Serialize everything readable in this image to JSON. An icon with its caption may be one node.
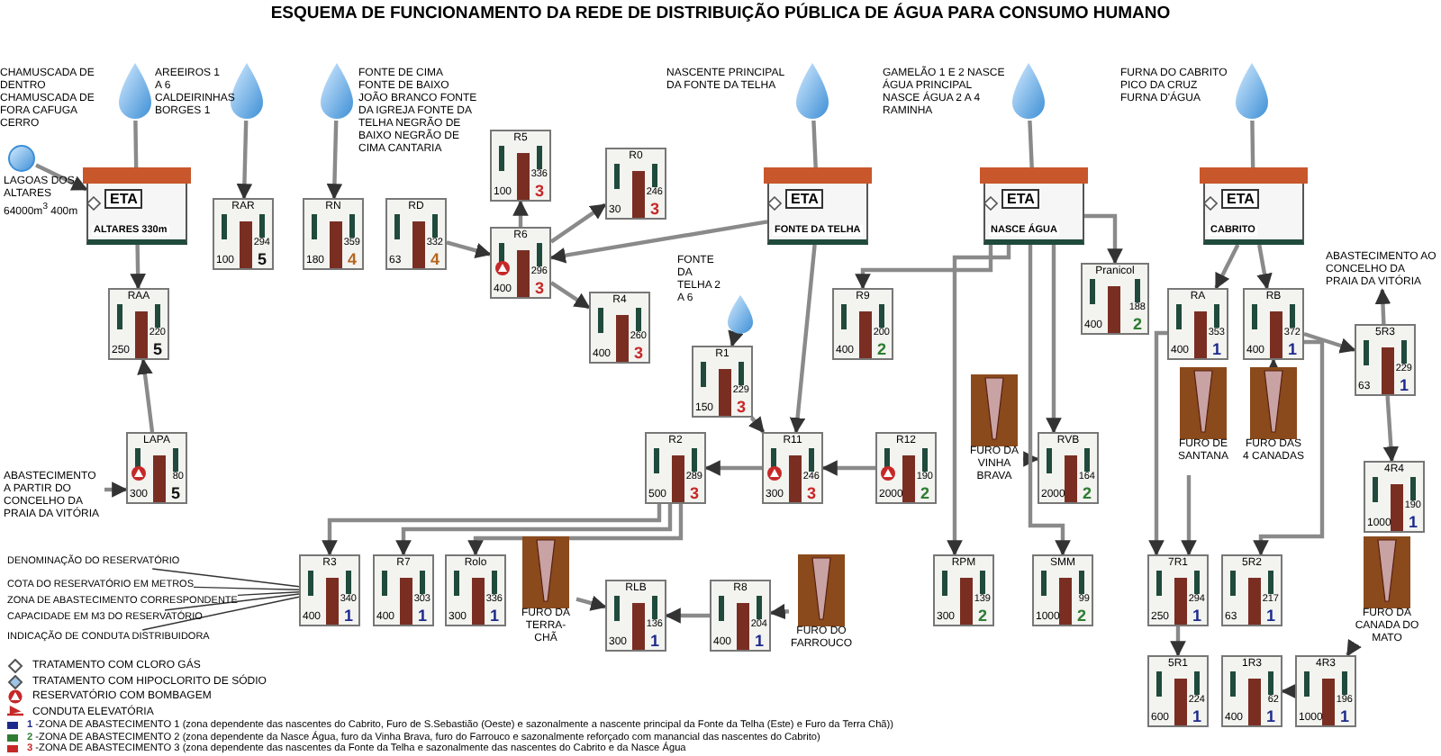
{
  "diagram": {
    "title": "ESQUEMA DE FUNCIONAMENTO DA REDE DE DISTRIBUIÇÃO PÚBLICA DE ÁGUA PARA CONSUMO HUMANO",
    "nodes": [
      {
        "text": [],
        "shape": "drop",
        "beside": [
          "CHAMUSCADA DE DENTRO CHAMUSCADA DE FORA CAFUGA CERRO"
        ]
      },
      {
        "text": [],
        "shape": "circle",
        "beside": [
          "LAGOAS DOS ALTARES 64000m$^{3}$ 400m"
        ]
      },
      {
        "text": [
          "ETA",
          "ALTARES 330m"
        ]
      },
      {
        "text": [],
        "shape": "drop",
        "beside": [
          "AREEIROS 1 A 6 CALDEIRINHAS BORGES 1"
        ]
      },
      {
        "text": [],
        "shape": "drop",
        "beside": [
          "FONTE DE CIMA FONTE DE BAIXO JOÃO BRANCO FONTE DA IGREJA FONTE DA TELHA NEGRÃO DE BAIXO NEGRÃO DE CIMA CANTARIA"
        ]
      },
      {
        "text": [
          "RAR",
          "100",
          "294",
          "5"
        ]
      },
      {
        "text": [
          "RN",
          "180",
          "359",
          "4"
        ]
      },
      {
        "text": [
          "RD",
          "63",
          "332",
          "4"
        ]
      },
      {
        "text": [
          "R5",
          "100",
          "336",
          "3"
        ]
      },
      {
        "text": [
          "R6",
          "400",
          "296",
          "3"
        ]
      },
      {
        "text": [
          "R0",
          "30",
          "246",
          "3"
        ]
      },
      {
        "text": [
          "R4",
          "400",
          "260",
          "3"
        ]
      },
      {
        "text": [
          "RAA",
          "250",
          "220",
          "5"
        ]
      },
      {
        "text": [
          "LAPA",
          "300",
          "80",
          "5"
        ]
      },
      {
        "text": [
          "ABASTECIMENTO A PARTIR DO CONCELHO DA PRAIA DA VITÓRIA"
        ]
      },
      {
        "text": [],
        "shape": "drop",
        "beside": [
          "NASCENTE PRINCIPAL DA FONTE DA TELHA"
        ]
      },
      {
        "text": [
          "ETA",
          "FONTE DA TELHA"
        ]
      },
      {
        "text": [],
        "shape": "drop",
        "beside": [
          "GAMELÃO 1 E 2 NASCE ÁGUA PRINCIPAL NASCE ÁGUA 2 A 4 RAMINHA"
        ]
      },
      {
        "text": [
          "ETA",
          "NASCE ÁGUA"
        ]
      },
      {
        "text": [],
        "shape": "drop",
        "beside": [
          "FURNA DO CABRITO PICO DA CRUZ FURNA D'ÁGUA"
        ]
      },
      {
        "text": [
          "ETA",
          "CABRITO"
        ]
      },
      {
        "text": [],
        "shape": "drop",
        "beside": [
          "FONTE DA TELHA 2 A 6"
        ]
      },
      {
        "text": [
          "R1",
          "150",
          "229",
          "3"
        ]
      },
      {
        "text": [
          "R9",
          "400",
          "200",
          "2"
        ]
      },
      {
        "text": [
          "Pranicol",
          "400",
          "188",
          "2"
        ]
      },
      {
        "text": [
          "RA",
          "400",
          "353",
          "1"
        ]
      },
      {
        "text": [
          "RB",
          "400",
          "372",
          "1"
        ]
      },
      {
        "text": [
          "5R3",
          "63",
          "229",
          "1"
        ]
      },
      {
        "text": [
          "ABASTECIMENTO AO CONCELHO DA PRAIA DA VITÓRIA"
        ]
      },
      {
        "text": [
          "R2",
          "500",
          "289",
          "3"
        ]
      },
      {
        "text": [
          "R11",
          "300",
          "246",
          "3"
        ]
      },
      {
        "text": [
          "R12",
          "2000",
          "190",
          "2"
        ]
      },
      {
        "text": [
          "FURO DA VINHA BRAVA"
        ]
      },
      {
        "text": [
          "RVB",
          "2000",
          "164",
          "2"
        ]
      },
      {
        "text": [
          "FURO DE SANTANA"
        ]
      },
      {
        "text": [
          "FURO DAS 4 CANADAS"
        ]
      },
      {
        "text": [
          "4R4",
          "1000",
          "190",
          "1"
        ]
      },
      {
        "text": [
          "DENOMINAÇÃO DO RESERVATÓRIO"
        ]
      },
      {
        "text": [
          "COTA DO RESERVATÓRIO EM METROS"
        ]
      },
      {
        "text": [
          "ZONA DE ABASTECIMENTO CORRESPONDENTE"
        ]
      },
      {
        "text": [
          "CAPACIDADE EM M3 DO RESERVATÓRIO"
        ]
      },
      {
        "text": [
          "INDICAÇÃO DE CONDUTA DISTRIBUIDORA"
        ]
      },
      {
        "text": [
          "R3",
          "400",
          "340",
          "1"
        ]
      },
      {
        "text": [
          "R7",
          "400",
          "303",
          "1"
        ]
      },
      {
        "text": [
          "Rolo",
          "300",
          "336",
          "1"
        ]
      },
      {
        "text": [
          "FURO DA TERRA-CHÃ"
        ]
      },
      {
        "text": [
          "RLB",
          "300",
          "136",
          "1"
        ]
      },
      {
        "text": [
          "R8",
          "400",
          "204",
          "1"
        ]
      },
      {
        "text": [
          "FURO DO FARROUCO"
        ]
      },
      {
        "text": [
          "RPM",
          "300",
          "139",
          "2"
        ]
      },
      {
        "text": [
          "SMM",
          "1000",
          "99",
          "2"
        ]
      },
      {
        "text": [
          "7R1",
          "250",
          "294",
          "1"
        ]
      },
      {
        "text": [
          "5R2",
          "63",
          "217",
          "1"
        ]
      },
      {
        "text": [
          "FURO DA CANADA DO MATO"
        ]
      },
      {
        "text": [
          "5R1",
          "600",
          "224",
          "1"
        ]
      },
      {
        "text": [
          "1R3",
          "400",
          "62",
          "1"
        ]
      },
      {
        "text": [
          "4R3",
          "1000",
          "196",
          "1"
        ]
      }
    ],
    "edges": [
      {
        "from": 0,
        "to": 2,
        "arrow": "to"
      },
      {
        "from": 1,
        "to": 2,
        "arrow": "to"
      },
      {
        "from": 3,
        "to": 5,
        "arrow": "to"
      },
      {
        "from": 4,
        "to": 6,
        "arrow": "to"
      },
      {
        "from": 2,
        "to": 12,
        "arrow": "to"
      },
      {
        "from": 13,
        "to": 12,
        "arrow": "to"
      },
      {
        "from": 14,
        "to": 13,
        "arrow": "to"
      },
      {
        "from": 7,
        "to": 9,
        "arrow": "to"
      },
      {
        "from": 9,
        "to": 8,
        "arrow": "to"
      },
      {
        "from": 9,
        "to": 10,
        "arrow": "to"
      },
      {
        "from": 9,
        "to": 11,
        "arrow": "to"
      },
      {
        "from": 15,
        "to": 16,
        "arrow": "to"
      },
      {
        "from": 17,
        "to": 18,
        "arrow": "to"
      },
      {
        "from": 19,
        "to": 20,
        "arrow": "to"
      },
      {
        "from": 21,
        "to": 22,
        "arrow": "to"
      },
      {
        "from": 16,
        "to": 9,
        "arrow": "to"
      },
      {
        "from": 22,
        "to": 30,
        "arrow": "to"
      },
      {
        "from": 16,
        "to": 30,
        "arrow": "to"
      },
      {
        "from": 31,
        "to": 30,
        "arrow": "to"
      },
      {
        "from": 30,
        "to": 29,
        "arrow": "to"
      },
      {
        "from": 29,
        "to": 42,
        "arrow": "to"
      },
      {
        "from": 29,
        "to": 43,
        "arrow": "to"
      },
      {
        "from": 29,
        "to": 44,
        "arrow": "to"
      },
      {
        "from": 18,
        "to": 23,
        "arrow": "to"
      },
      {
        "from": 18,
        "to": 24,
        "arrow": "to"
      },
      {
        "from": 18,
        "to": 33,
        "arrow": "to"
      },
      {
        "from": 32,
        "to": 33,
        "arrow": "to"
      },
      {
        "from": 18,
        "to": 49,
        "arrow": "to"
      },
      {
        "from": 18,
        "to": 50,
        "arrow": "to"
      },
      {
        "from": 20,
        "to": 25,
        "arrow": "to"
      },
      {
        "from": 20,
        "to": 26,
        "arrow": "to"
      },
      {
        "from": 35,
        "to": 26,
        "arrow": "to"
      },
      {
        "from": 34,
        "to": 51,
        "arrow": "to"
      },
      {
        "from": 26,
        "to": 27,
        "arrow": "to"
      },
      {
        "from": 27,
        "to": 28,
        "arrow": "to"
      },
      {
        "from": 27,
        "to": 36,
        "arrow": "to"
      },
      {
        "from": 25,
        "to": 51,
        "arrow": "to"
      },
      {
        "from": 51,
        "to": 54,
        "arrow": "to"
      },
      {
        "from": 26,
        "to": 52,
        "arrow": "to"
      },
      {
        "from": 53,
        "to": 56,
        "arrow": "to"
      },
      {
        "from": 56,
        "to": 55,
        "arrow": "to"
      },
      {
        "from": 45,
        "to": 46,
        "arrow": "to"
      },
      {
        "from": 48,
        "to": 47,
        "arrow": "to"
      },
      {
        "from": 47,
        "to": 46,
        "arrow": "to"
      },
      {
        "from": 37,
        "to": 42,
        "arrow": "none"
      },
      {
        "from": 38,
        "to": 42,
        "arrow": "none"
      },
      {
        "from": 39,
        "to": 42,
        "arrow": "none"
      },
      {
        "from": 40,
        "to": 42,
        "arrow": "none"
      },
      {
        "from": 41,
        "to": 42,
        "arrow": "none"
      }
    ],
    "legend": [
      {
        "text": "TRATAMENTO COM CLORO GÁS"
      },
      {
        "text": "TRATAMENTO COM HIPOCLORITO DE SÓDIO"
      },
      {
        "text": "RESERVATÓRIO COM BOMBAGEM"
      },
      {
        "text": "CONDUTA ELEVATÓRIA"
      },
      {
        "text": "**1** -ZONA DE ABASTECIMENTO 1 (zona dependente das nascentes do Cabrito, Furo de S.Sebastião (Oeste) e sazonalmente a nascente principal da Fonte da Telha (Este) e Furo da Terra Chã))",
        "color": "#1c2a8c"
      },
      {
        "text": "**2** -ZONA DE ABASTECIMENTO 2 (zona dependente da Nasce Água, furo da Vinha Brava, furo do Farrouco e sazonalmente reforçado com manancial das nascentes do Cabrito)",
        "color": "#2e7d32"
      },
      {
        "text": "**3** -ZONA DE ABASTECIMENTO 3 (zona dependente das nascentes da Fonte da Telha e sazonalmente das nascentes do Cabrito e da Nasce Água",
        "color": "#c62828"
      }
    ]
  }
}
